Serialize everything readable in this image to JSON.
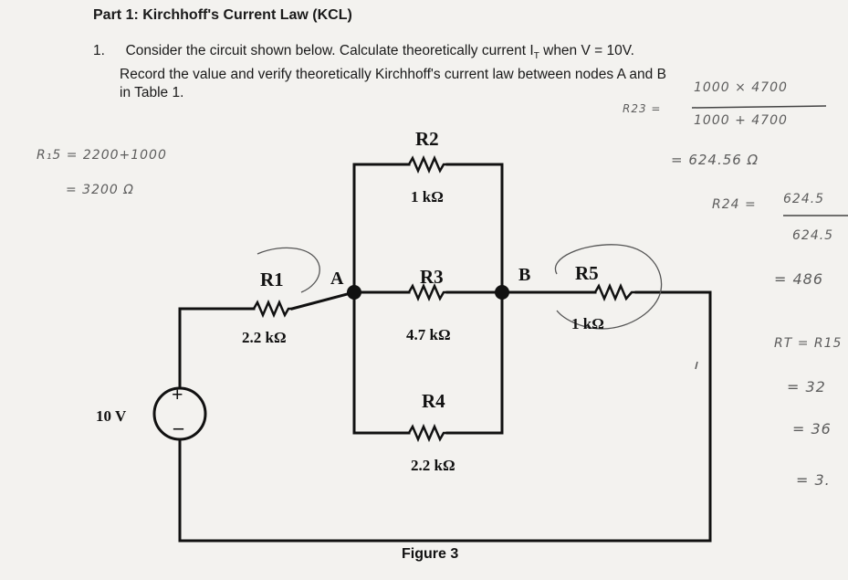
{
  "header": {
    "title": "Part 1: Kirchhoff's Current Law (KCL)",
    "question_number": "1.",
    "question_line1": "Consider the circuit shown below. Calculate theoretically current I",
    "current_subscript": "T",
    "question_line1_tail": " when V = 10V.",
    "question_line2": "Record the value and verify theoretically Kirchhoff's current law between nodes A and B",
    "question_line3": "in Table 1."
  },
  "circuit": {
    "source": {
      "label": "10 V",
      "plus": "+",
      "minus": "–"
    },
    "resistors": [
      {
        "name": "R1",
        "value": "2.2 kΩ"
      },
      {
        "name": "R2",
        "value": "1 kΩ"
      },
      {
        "name": "R3",
        "value": "4.7 kΩ"
      },
      {
        "name": "R4",
        "value": "2.2 kΩ"
      },
      {
        "name": "R5",
        "value": "1 kΩ"
      }
    ],
    "nodes": [
      "A",
      "B"
    ]
  },
  "caption": "Figure 3",
  "handwritten": {
    "left": [
      "R₁5 = 2200+1000",
      "= 3200 Ω"
    ],
    "right": [
      "R23 =",
      "1000 × 4700",
      "1000 + 4700",
      "= 624.56 Ω",
      "R24 =",
      "624.5",
      "624.5",
      "= 486",
      "RT = R15",
      "= 32",
      "= 36",
      "= 3."
    ]
  }
}
